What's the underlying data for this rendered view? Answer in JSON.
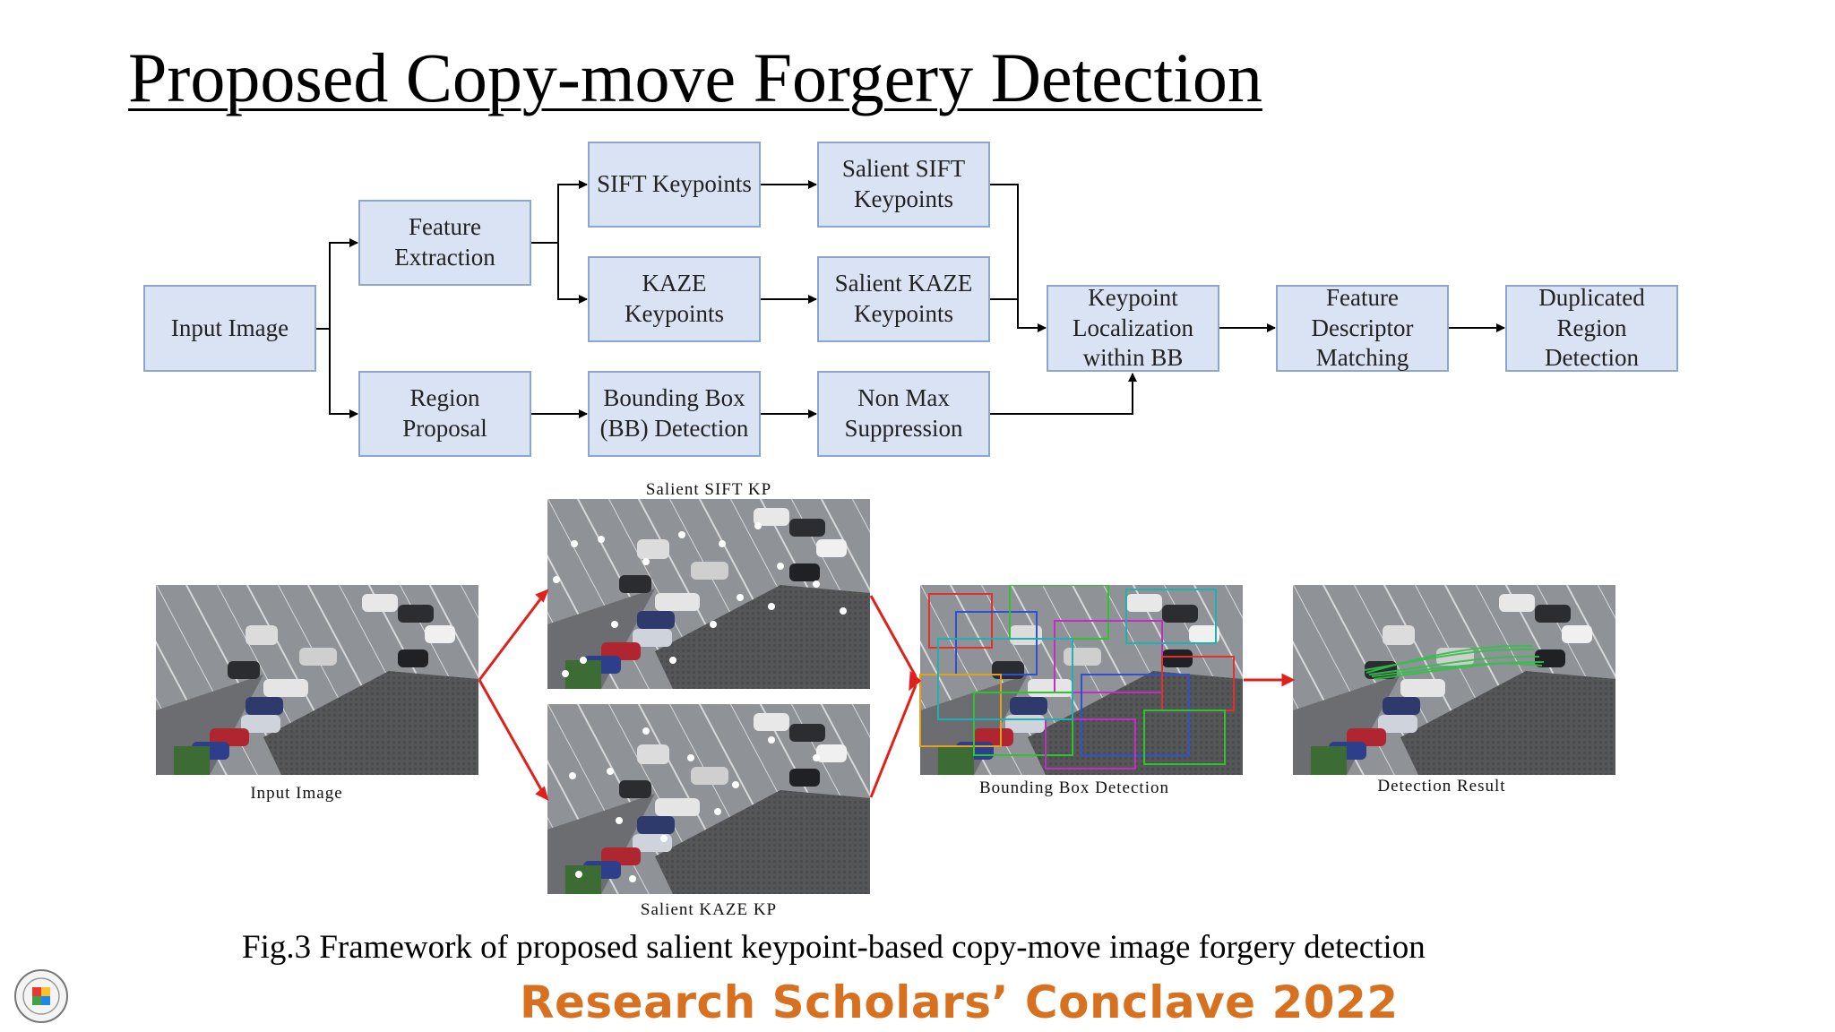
{
  "slide": {
    "title": "Proposed Copy-move Forgery Detection",
    "caption": "Fig.3 Framework of proposed salient keypoint-based copy-move image forgery detection",
    "footer": "Research Scholars’ Conclave 2022"
  },
  "diagram": {
    "nodes": {
      "input_image": "Input Image",
      "feature_extraction": "Feature Extraction",
      "region_proposal": "Region Proposal",
      "sift_keypoints": "SIFT Keypoints",
      "kaze_keypoints": "KAZE Keypoints",
      "bounding_box_detection": "Bounding Box (BB) Detection",
      "salient_sift_keypoints": "Salient SIFT Keypoints",
      "salient_kaze_keypoints": "Salient KAZE Keypoints",
      "non_max_suppression": "Non Max Suppression",
      "keypoint_localization": "Keypoint Localization within BB",
      "feature_descriptor_matching": "Feature Descriptor Matching",
      "duplicated_region_detection": "Duplicated Region Detection"
    }
  },
  "figure": {
    "captions": {
      "input_image": "Input Image",
      "salient_sift_kp": "Salient SIFT KP",
      "salient_kaze_kp": "Salient KAZE KP",
      "bounding_box_detection": "Bounding Box Detection",
      "detection_result": "Detection Result"
    }
  },
  "colors": {
    "box_fill": "#dae3f3",
    "box_border": "#8ea6cf",
    "figure_arrow": "#e0201b",
    "footer_text": "#d7701f"
  },
  "icons": {
    "logo": "institute-logo-icon"
  }
}
